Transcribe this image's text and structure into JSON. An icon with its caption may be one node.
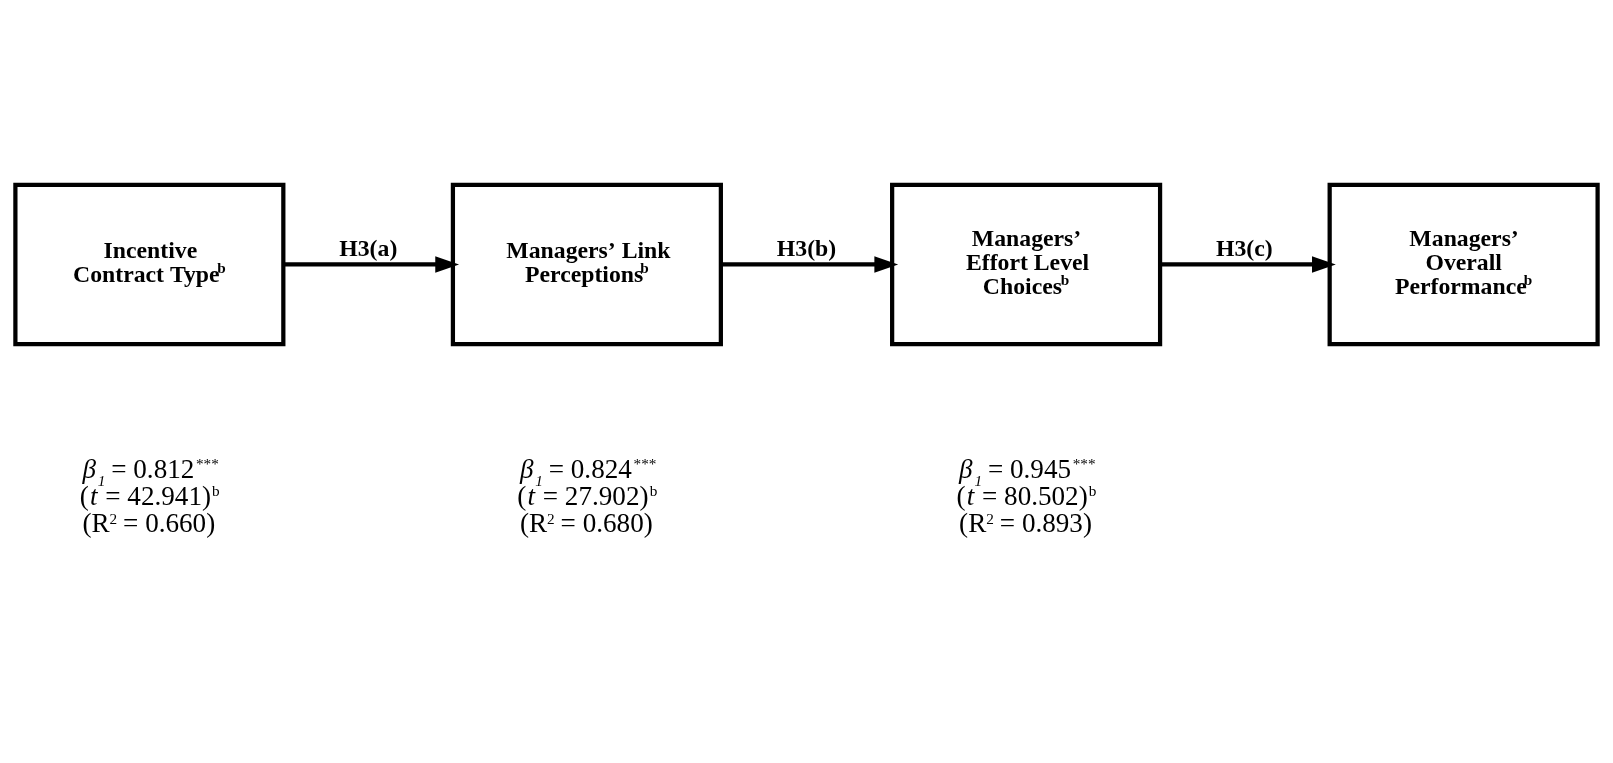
{
  "diagram": {
    "nodes": [
      {
        "text": [
          "Incentive Contract Type$^{b}$"
        ]
      },
      {
        "text": [
          "Managers’ Link Perceptions$^{b}$"
        ]
      },
      {
        "text": [
          "Managers’ Effort Level Choices$^{b}$"
        ]
      },
      {
        "text": [
          "Managers’ Overall Performance$^{b}$"
        ]
      }
    ],
    "edges": [
      {
        "from": 0,
        "to": 1,
        "arrow": "to",
        "label": "H3(a)"
      },
      {
        "from": 1,
        "to": 2,
        "arrow": "to",
        "label": "H3(b)"
      },
      {
        "from": 2,
        "to": 3,
        "arrow": "to",
        "label": "H3(c)"
      }
    ],
    "labels": [
      "*β$_{1}$* = 0.812$^{***}$",
      "(*t* = 42.941)$^{b}$",
      "(R$^{2}$ = 0.660)",
      "*β$_{1}$* = 0.824$^{***}$",
      "(*t* = 27.902)$^{b}$",
      "(R$^{2}$ = 0.680)",
      "*β$_{1}$* = 0.945$^{***}$",
      "(*t* = 80.502)$^{b}$",
      "(R$^{2}$ = 0.893)"
    ]
  }
}
